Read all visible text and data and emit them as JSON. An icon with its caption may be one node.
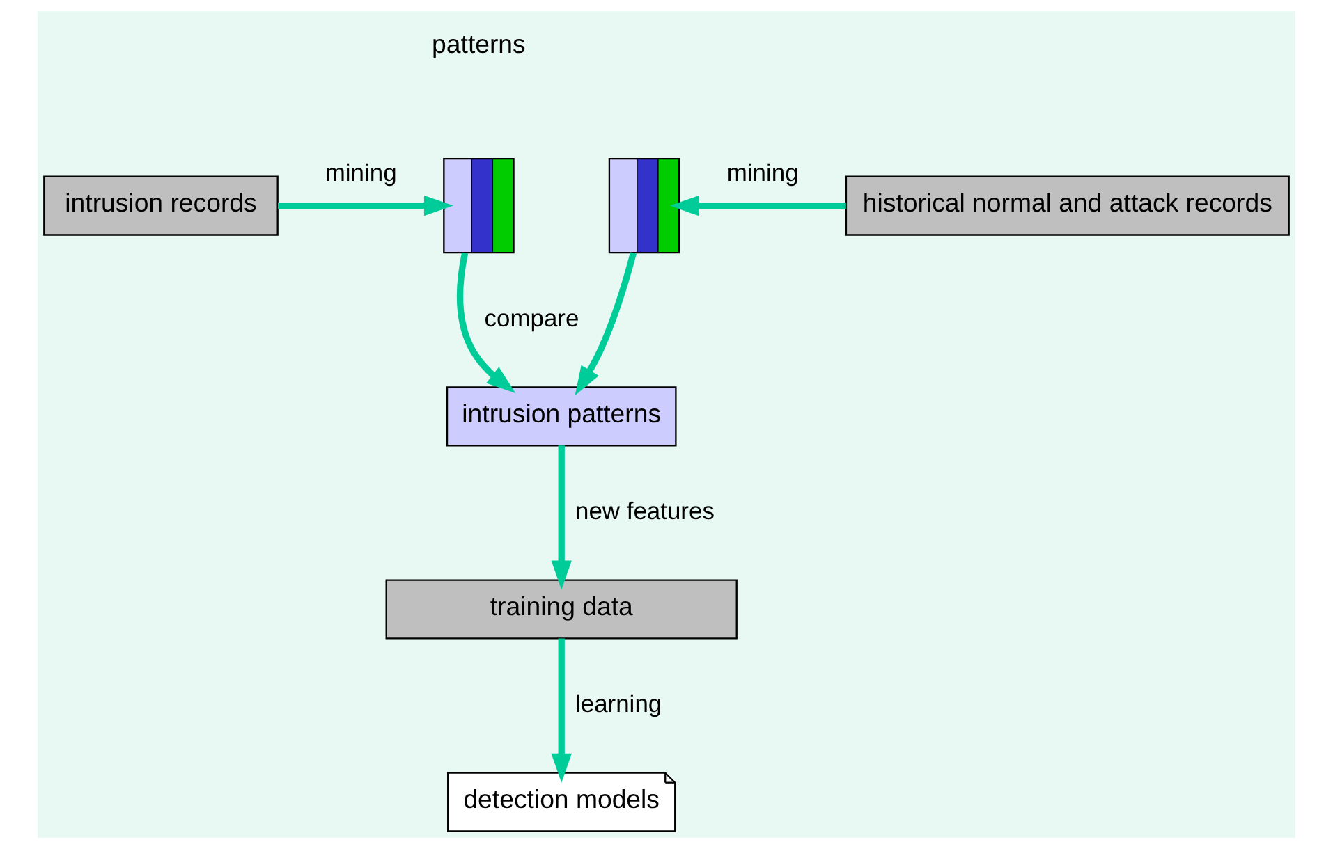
{
  "diagram": {
    "nodes": [
      {
        "text": [
          "intrusion records"
        ]
      },
      {
        "text": [],
        "shape": "bar"
      },
      {
        "text": [],
        "shape": "bar"
      },
      {
        "text": [
          "historical normal and attack records"
        ]
      },
      {
        "text": [
          "intrusion patterns"
        ]
      },
      {
        "text": [
          "training data"
        ]
      },
      {
        "text": [
          "detection models"
        ]
      }
    ],
    "edges": [
      {
        "from": 0,
        "to": 1,
        "arrow": "to",
        "label": "mining"
      },
      {
        "from": 3,
        "to": 2,
        "arrow": "to",
        "label": "mining"
      },
      {
        "from": 1,
        "to": 4,
        "arrow": "to",
        "label": "compare"
      },
      {
        "from": 2,
        "to": 4,
        "arrow": "to"
      },
      {
        "from": 4,
        "to": 5,
        "arrow": "to",
        "label": "new features"
      },
      {
        "from": 5,
        "to": 6,
        "arrow": "to",
        "label": "learning"
      }
    ],
    "labels": [
      "patterns"
    ]
  }
}
